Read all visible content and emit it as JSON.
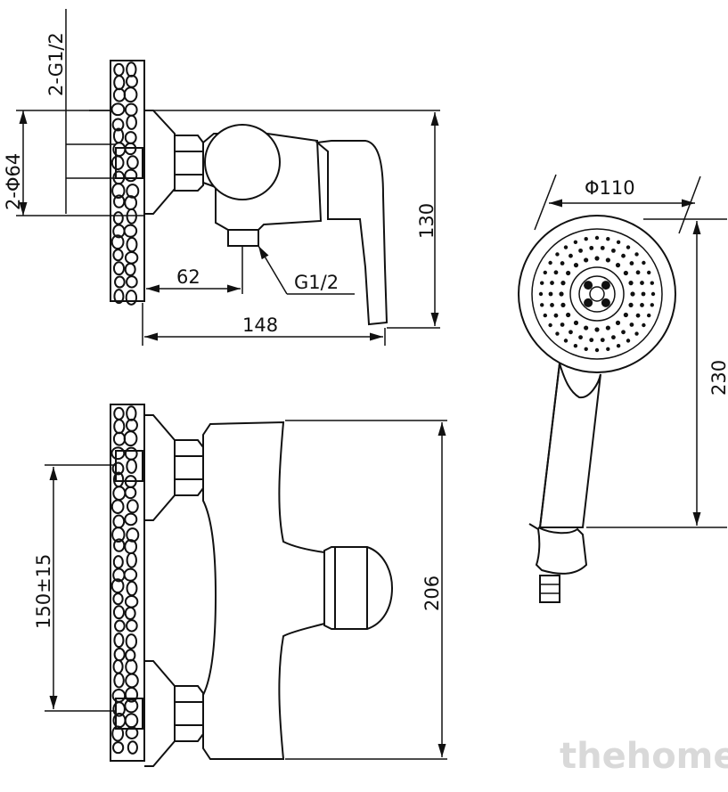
{
  "dimensions": {
    "side_view": {
      "inlet_thread": "2-G1/2",
      "escutcheon_diameter": "2-Φ64",
      "height": "130",
      "outlet_offset": "62",
      "depth": "148",
      "outlet_thread": "G1/2"
    },
    "front_view": {
      "inlet_spacing": "150±15",
      "height": "206"
    },
    "hand_shower": {
      "head_diameter": "Φ110",
      "length": "230"
    }
  },
  "watermark": "thehome"
}
